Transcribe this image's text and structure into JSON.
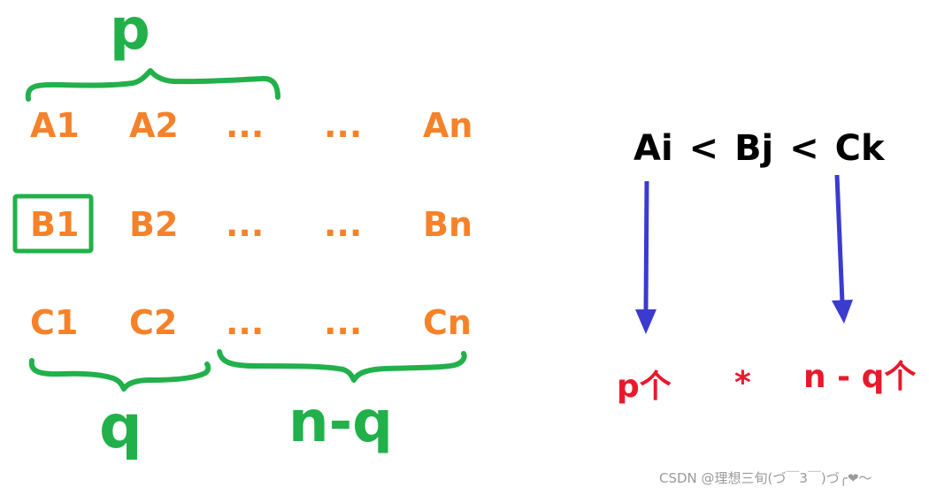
{
  "grid": {
    "rows": [
      [
        "A1",
        "A2",
        "...",
        "...",
        "An"
      ],
      [
        "B1",
        "B2",
        "...",
        "...",
        "Bn"
      ],
      [
        "C1",
        "C2",
        "...",
        "...",
        "Cn"
      ]
    ],
    "highlighted_cell": "B1"
  },
  "annotations": {
    "top_brace_label": "p",
    "bottom_left_brace_label": "q",
    "bottom_right_brace_label": "n-q"
  },
  "formula": {
    "a": "Ai",
    "lt1": "<",
    "b": "Bj",
    "lt2": "<",
    "c": "Ck"
  },
  "results": {
    "left": "p个",
    "times": "*",
    "right": "n - q个"
  },
  "watermark": "CSDN @理想三旬(づ￣3￣)づ╭❤～",
  "colors": {
    "grid_text": "#f5822a",
    "hand_drawn": "#22b04a",
    "formula": "#000000",
    "arrows": "#3b3bd0",
    "results": "#e8192c"
  }
}
